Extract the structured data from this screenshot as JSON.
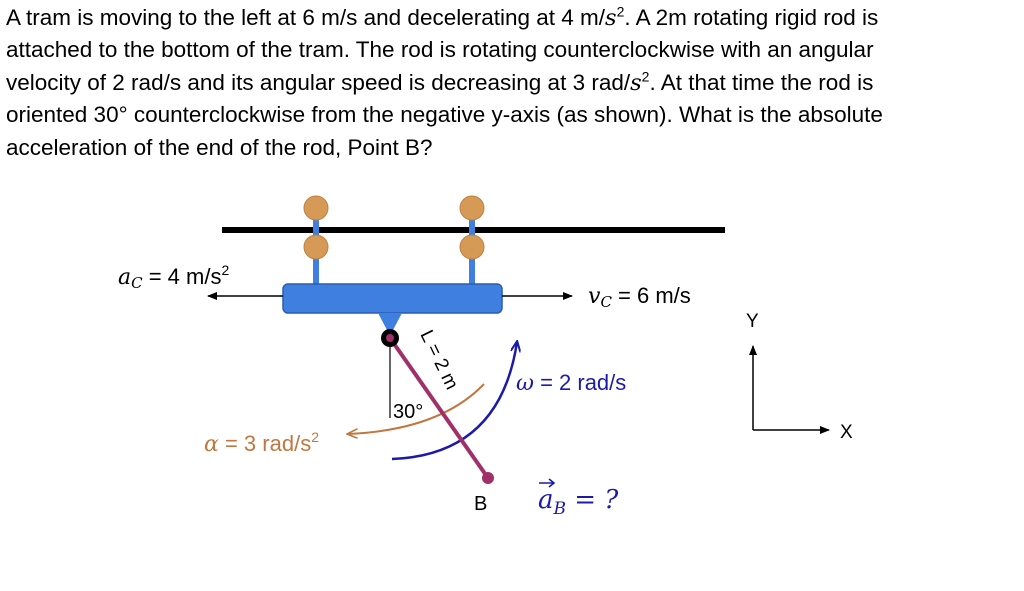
{
  "problem": {
    "line1a": "A tram is moving to the left at 6 m/s and decelerating at 4 m/",
    "line1b": "s",
    "line1c": "2",
    "line1d": ". A 2m rotating rigid rod is",
    "line2": "attached to the bottom of the tram. The rod is rotating counterclockwise with an angular",
    "line3a": "velocity of 2 rad/s and its angular speed is decreasing at 3 rad/",
    "line3b": "s",
    "line3c": "2",
    "line3d": ". At that time the rod is",
    "line4": "oriented 30° counterclockwise from the negative y-axis (as shown). What is the absolute",
    "line5": "acceleration of the end of the rod, Point B?"
  },
  "diagram": {
    "ac_label": "a",
    "ac_sub": "C",
    "ac_value": " = 4 m/s",
    "ac_exp": "2",
    "vc_label": "v",
    "vc_sub": "C",
    "vc_value": " = 6 m/s",
    "omega_label": "ω",
    "omega_value": " = 2 rad/s",
    "alpha_label": "α",
    "alpha_value": " = 3 rad/s",
    "alpha_exp": "2",
    "rod_length": "L = 2 m",
    "angle": "30°",
    "point_b": "B",
    "aB_label": "a",
    "aB_sub": "B",
    "aB_value": " = ?",
    "axis_y": "Y",
    "axis_x": "X",
    "colors": {
      "tram": "#3f7fe0",
      "wheel": "#d59a55",
      "rod": "#a0306a",
      "omega": "#1c1aa8",
      "alpha": "#c07840"
    }
  }
}
